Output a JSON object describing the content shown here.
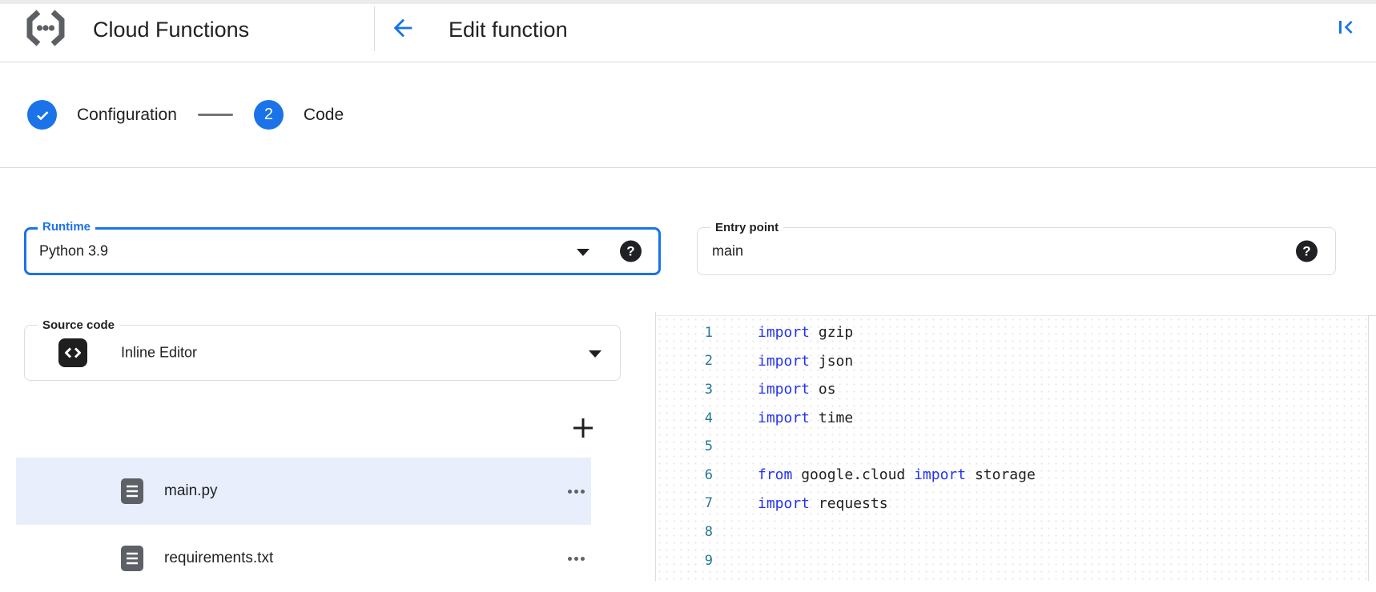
{
  "colors": {
    "accent_blue": "#1a73e8",
    "keyword_blue": "#2533f0",
    "line_number_teal": "#237893",
    "selected_row_bg": "#e8eefb",
    "icon_gray": "#5f6368"
  },
  "icons": {
    "help_glyph": "?"
  },
  "header": {
    "app_title": "Cloud Functions",
    "page_title": "Edit function"
  },
  "stepper": {
    "step1_label": "Configuration",
    "step2_number": "2",
    "step2_label": "Code"
  },
  "form": {
    "runtime": {
      "label": "Runtime",
      "value": "Python 3.9"
    },
    "entry_point": {
      "label": "Entry point",
      "value": "main"
    },
    "source_code": {
      "label": "Source code",
      "value": "Inline Editor"
    }
  },
  "file_explorer": {
    "files": [
      {
        "name": "main.py",
        "selected": true
      },
      {
        "name": "requirements.txt",
        "selected": false
      }
    ]
  },
  "editor": {
    "language": "python",
    "lines": [
      {
        "number": "1",
        "segments": [
          [
            "keyword",
            "import"
          ],
          [
            "plain",
            " gzip"
          ]
        ]
      },
      {
        "number": "2",
        "segments": [
          [
            "keyword",
            "import"
          ],
          [
            "plain",
            " json"
          ]
        ]
      },
      {
        "number": "3",
        "segments": [
          [
            "keyword",
            "import"
          ],
          [
            "plain",
            " os"
          ]
        ]
      },
      {
        "number": "4",
        "segments": [
          [
            "keyword",
            "import"
          ],
          [
            "plain",
            " time"
          ]
        ]
      },
      {
        "number": "5",
        "segments": []
      },
      {
        "number": "6",
        "segments": [
          [
            "keyword",
            "from"
          ],
          [
            "plain",
            " google.cloud "
          ],
          [
            "keyword",
            "import"
          ],
          [
            "plain",
            " storage"
          ]
        ]
      },
      {
        "number": "7",
        "segments": [
          [
            "keyword",
            "import"
          ],
          [
            "plain",
            " requests"
          ]
        ]
      },
      {
        "number": "8",
        "segments": []
      },
      {
        "number": "9",
        "segments": []
      }
    ]
  }
}
